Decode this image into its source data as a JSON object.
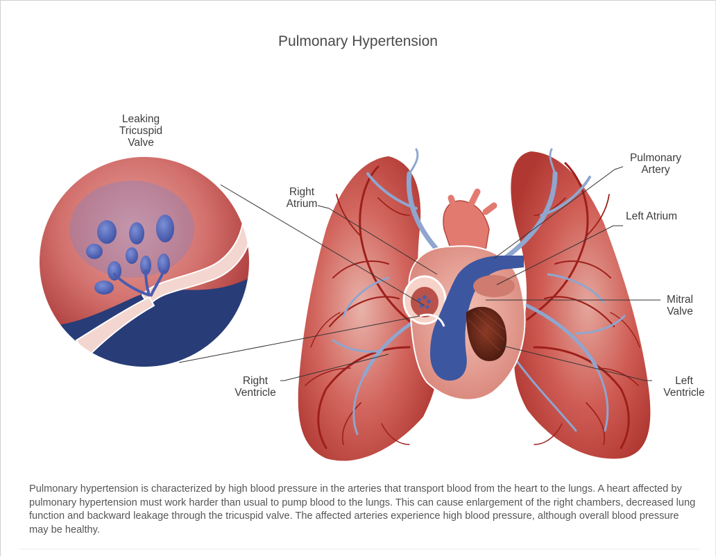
{
  "title": "Pulmonary Hypertension",
  "labels": {
    "leaking_tricuspid_valve": "Leaking\nTricuspid\nValve",
    "right_atrium": "Right\nAtrium",
    "pulmonary_artery": "Pulmonary\nArtery",
    "left_atrium": "Left Atrium",
    "mitral_valve": "Mitral\nValve",
    "right_ventricle": "Right\nVentricle",
    "left_ventricle": "Left\nVentricle"
  },
  "caption": "Pulmonary hypertension is characterized by high blood pressure in the arteries that transport blood from the heart to the lungs. A heart affected by pulmonary hypertension must work harder than usual to pump blood to the lungs. This can cause enlargement of the right chambers, decreased lung function and backward leakage through the tricuspid valve. The affected arteries experience high blood pressure, although overall blood pressure may be healthy.",
  "colors": {
    "lung": "#c9524c",
    "lung_light": "#e9a49b",
    "vessel_red": "#9e1f1a",
    "vessel_blue": "#8fa6cf",
    "heart_wall": "#e59a8f",
    "deoxygenated": "#3b5299",
    "ventricle_dark": "#5a2417",
    "inset_bg": "#c8504e",
    "inset_dark": "#283c78",
    "leader_line": "#333333"
  }
}
